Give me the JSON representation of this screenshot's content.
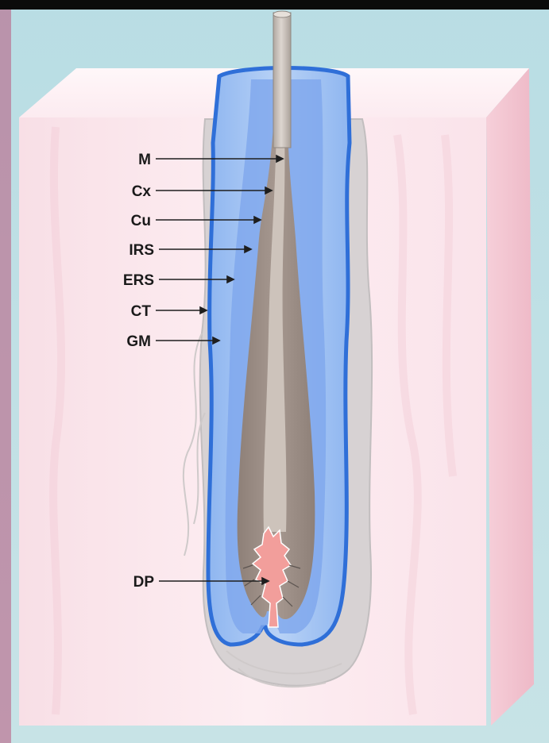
{
  "labels": {
    "m": "M",
    "cx": "Cx",
    "cu": "Cu",
    "irs": "IRS",
    "ers": "ERS",
    "ct": "CT",
    "gm": "GM",
    "dp": "DP"
  },
  "colors": {
    "background": "#bfe0e6",
    "skin_block": "#fbe6ec",
    "skin_side": "#f3c9d4",
    "outer_sheath_outline": "#2f6fd8",
    "outer_sheath_fill": "#a9c8f2",
    "inner_sheath": "#7aa2ea",
    "hair_cortex": "#9e8f85",
    "hair_medulla": "#cdc3bb",
    "hair_shaft": "#c9c1bb",
    "dermal_papilla": "#f19a98",
    "connective_tissue": "#c7c4c4",
    "leader_line": "#1e1e1e"
  }
}
